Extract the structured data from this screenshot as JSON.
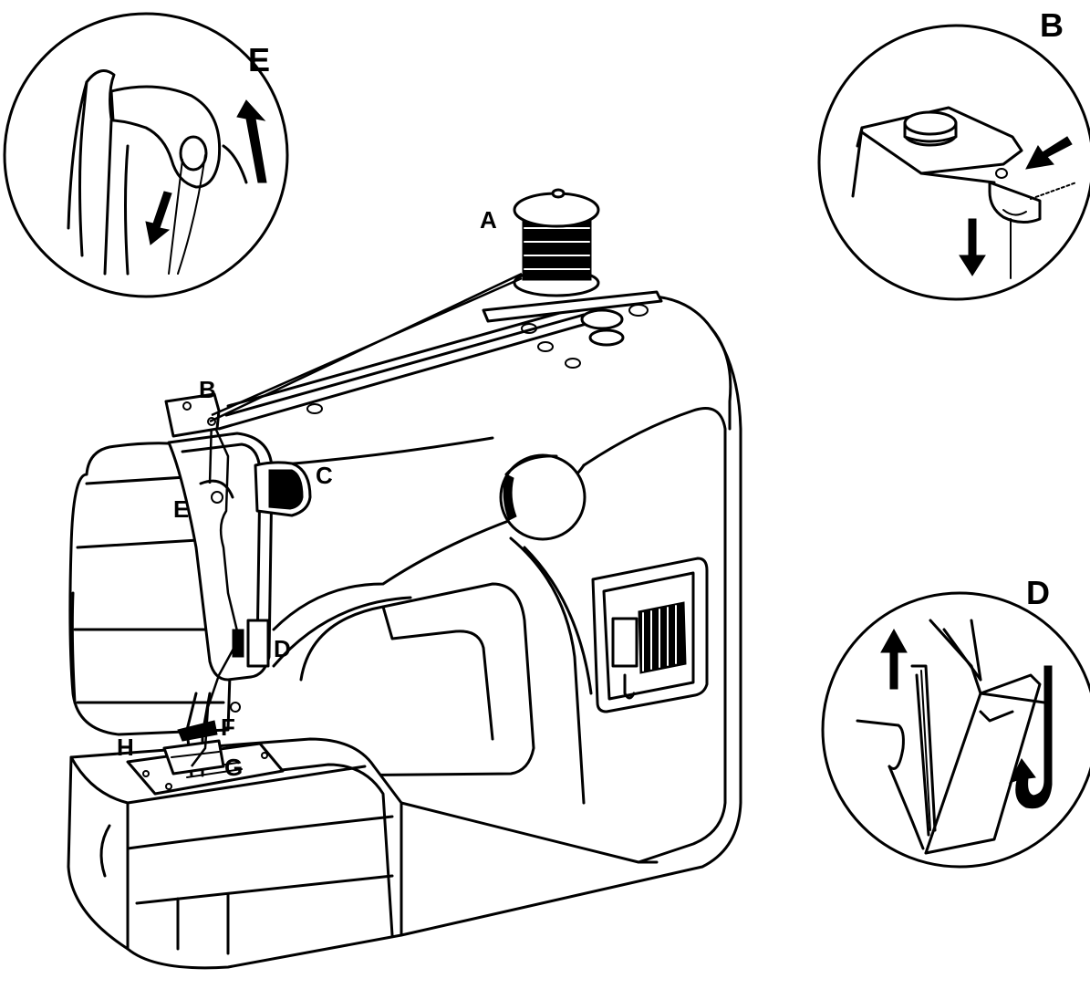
{
  "labels": {
    "A": "A",
    "B": "B",
    "C": "C",
    "D": "D",
    "E": "E",
    "F": "F",
    "G": "G",
    "H": "H"
  },
  "insets": {
    "E": "E",
    "B": "B",
    "D": "D"
  },
  "colors": {
    "ink": "#000000",
    "paper": "#ffffff"
  }
}
